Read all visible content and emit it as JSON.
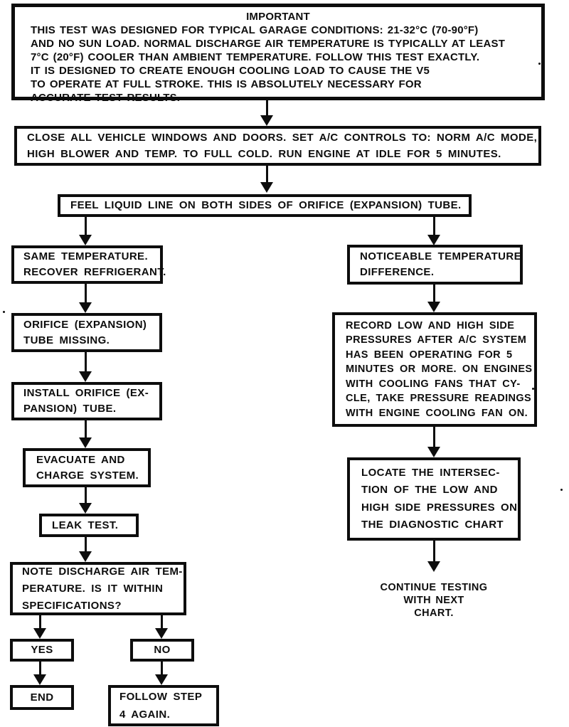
{
  "diagram": {
    "important_box": {
      "title": "IMPORTANT",
      "lines": [
        "THIS TEST WAS DESIGNED FOR TYPICAL GARAGE CONDITIONS: 21-32°C (70-90°F)",
        "AND NO SUN LOAD. NORMAL DISCHARGE AIR TEMPERATURE IS TYPICALLY AT LEAST",
        "7°C (20°F) COOLER THAN AMBIENT TEMPERATURE. FOLLOW THIS TEST EXACTLY.",
        "IT IS DESIGNED TO CREATE ENOUGH COOLING LOAD TO CAUSE THE V5",
        "TO OPERATE AT FULL STROKE. THIS IS ABSOLUTELY NECESSARY FOR",
        "ACCURATE TEST RESULTS."
      ]
    },
    "close_box": {
      "lines": [
        "CLOSE ALL VEHICLE WINDOWS AND DOORS. SET A/C CONTROLS TO: NORM A/C MODE,",
        "HIGH BLOWER AND TEMP. TO FULL COLD. RUN ENGINE AT IDLE FOR 5 MINUTES."
      ]
    },
    "feel_box": {
      "lines": [
        "FEEL LIQUID LINE ON BOTH SIDES OF ORIFICE (EXPANSION) TUBE."
      ]
    },
    "left_branch": {
      "same_temp_box": {
        "lines": [
          "SAME TEMPERATURE.",
          "RECOVER REFRIGERANT."
        ]
      },
      "orifice_missing_box": {
        "lines": [
          "ORIFICE (EXPANSION)",
          "TUBE MISSING."
        ]
      },
      "install_orifice_box": {
        "lines": [
          "INSTALL ORIFICE (EX-",
          "PANSION) TUBE."
        ]
      },
      "evacuate_box": {
        "lines": [
          "EVACUATE AND",
          "CHARGE SYSTEM."
        ]
      },
      "leak_test_box": {
        "lines": [
          "LEAK TEST."
        ]
      },
      "note_discharge_box": {
        "lines": [
          "NOTE DISCHARGE AIR TEM-",
          "PERATURE. IS IT WITHIN",
          "SPECIFICATIONS?"
        ]
      },
      "yes_box": {
        "lines": [
          "YES"
        ]
      },
      "no_box": {
        "lines": [
          "NO"
        ]
      },
      "end_box": {
        "lines": [
          "END"
        ]
      },
      "follow_step_box": {
        "lines": [
          "FOLLOW STEP",
          "4 AGAIN."
        ]
      }
    },
    "right_branch": {
      "noticeable_box": {
        "lines": [
          "NOTICEABLE TEMPERATURE",
          "DIFFERENCE."
        ]
      },
      "record_box": {
        "lines": [
          "RECORD LOW AND HIGH SIDE",
          "PRESSURES AFTER A/C SYSTEM",
          "HAS BEEN OPERATING FOR 5",
          "MINUTES OR MORE. ON ENGINES",
          "WITH COOLING FANS THAT CY-",
          "CLE, TAKE PRESSURE READINGS",
          "WITH ENGINE COOLING FAN ON."
        ]
      },
      "locate_box": {
        "lines": [
          "LOCATE THE INTERSEC-",
          "TION OF THE LOW AND",
          "HIGH SIDE PRESSURES ON",
          "THE DIAGNOSTIC CHART"
        ]
      },
      "continue_label": {
        "lines": [
          "CONTINUE TESTING",
          "WITH NEXT",
          "CHART."
        ]
      }
    },
    "colors": {
      "ink": "#0d0d0d",
      "paper": "#ffffff"
    }
  }
}
